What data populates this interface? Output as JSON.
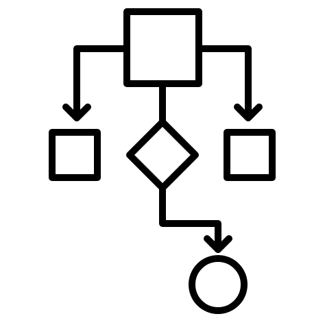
{
  "icon": {
    "name": "flowchart-icon",
    "stroke_color": "#000000",
    "background_color": "#ffffff",
    "shapes": [
      {
        "name": "top-process-box",
        "shape": "rectangle"
      },
      {
        "name": "left-process-box",
        "shape": "rectangle"
      },
      {
        "name": "right-process-box",
        "shape": "rectangle"
      },
      {
        "name": "decision-diamond",
        "shape": "diamond"
      },
      {
        "name": "terminal-circle",
        "shape": "circle"
      }
    ],
    "connectors": [
      {
        "name": "left-branch-arrow",
        "from": "top-process-box",
        "to": "left-process-box"
      },
      {
        "name": "right-branch-arrow",
        "from": "top-process-box",
        "to": "right-process-box"
      },
      {
        "name": "top-to-decision-connector",
        "from": "top-process-box",
        "to": "decision-diamond"
      },
      {
        "name": "decision-to-terminal-arrow",
        "from": "decision-diamond",
        "to": "terminal-circle"
      }
    ]
  }
}
